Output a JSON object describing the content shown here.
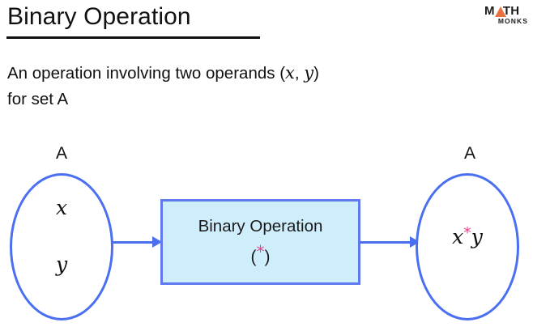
{
  "title": "Binary Operation",
  "description": {
    "line1_pre": "An operation involving two operands (",
    "var_x": "x",
    "comma": ", ",
    "var_y": "y",
    "line1_post": ")",
    "line2": "for set A"
  },
  "logo": {
    "primary": "M",
    "primary_rest": "TH",
    "secondary": "MONKS",
    "triangle_color": "#e8713f",
    "text_color": "#1b1b1b"
  },
  "diagram": {
    "left_set_label": "A",
    "right_set_label": "A",
    "left_elements": [
      "x",
      "y"
    ],
    "operation_box": {
      "title": "Binary Operation",
      "symbol_open": "(",
      "symbol_star": "*",
      "symbol_close": ")",
      "fill_color": "#cfeefc",
      "border_color": "#6179ee"
    },
    "result": {
      "left_operand": "x",
      "operator": "*",
      "right_operand": "y"
    },
    "arrow_color": "#4a6ff0",
    "ellipse_border_color": "#4a6ff0",
    "star_color": "#ee3d8f"
  }
}
